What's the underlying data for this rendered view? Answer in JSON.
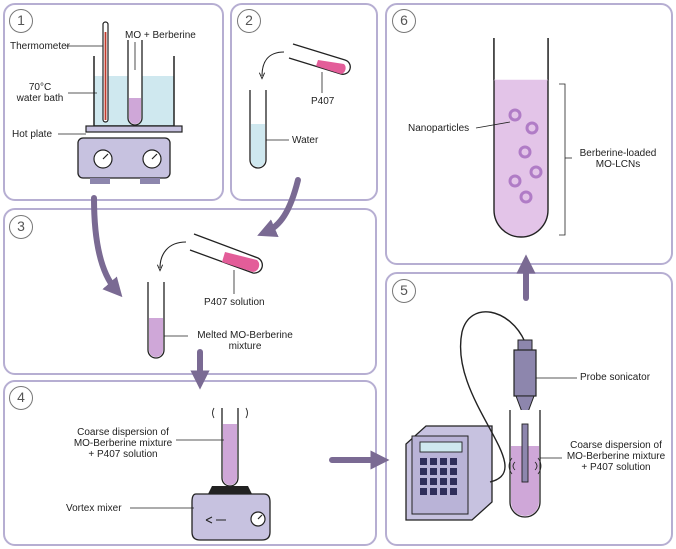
{
  "steps": [
    {
      "number": "1"
    },
    {
      "number": "2"
    },
    {
      "number": "3"
    },
    {
      "number": "4"
    },
    {
      "number": "5"
    },
    {
      "number": "6"
    }
  ],
  "labels": {
    "thermometer": "Thermometer",
    "mo_berberine": "MO + Berberine",
    "water_bath_1": "70°C",
    "water_bath_2": "water bath",
    "hot_plate": "Hot plate",
    "p407": "P407",
    "water": "Water",
    "p407_solution": "P407 solution",
    "melted_1": "Melted MO-Berberine",
    "melted_2": "mixture",
    "coarse4_1": "Coarse dispersion of",
    "coarse4_2": "MO-Berberine mixture",
    "coarse4_3": "+ P407 solution",
    "vortex": "Vortex mixer",
    "probe": "Probe sonicator",
    "coarse5_1": "Coarse dispersion of",
    "coarse5_2": "MO-Berberine mixture",
    "coarse5_3": "+ P407 solution",
    "nanoparticles": "Nanoparticles",
    "loaded_1": "Berberine-loaded",
    "loaded_2": "MO-LCNs"
  },
  "colors": {
    "panel_border": "#b6aed2",
    "arrow": "#7a6a93",
    "water_blue": "#cfe8ef",
    "pink": "#e35d99",
    "lavender": "#cfa7d8",
    "device": "#c7c2e0"
  }
}
